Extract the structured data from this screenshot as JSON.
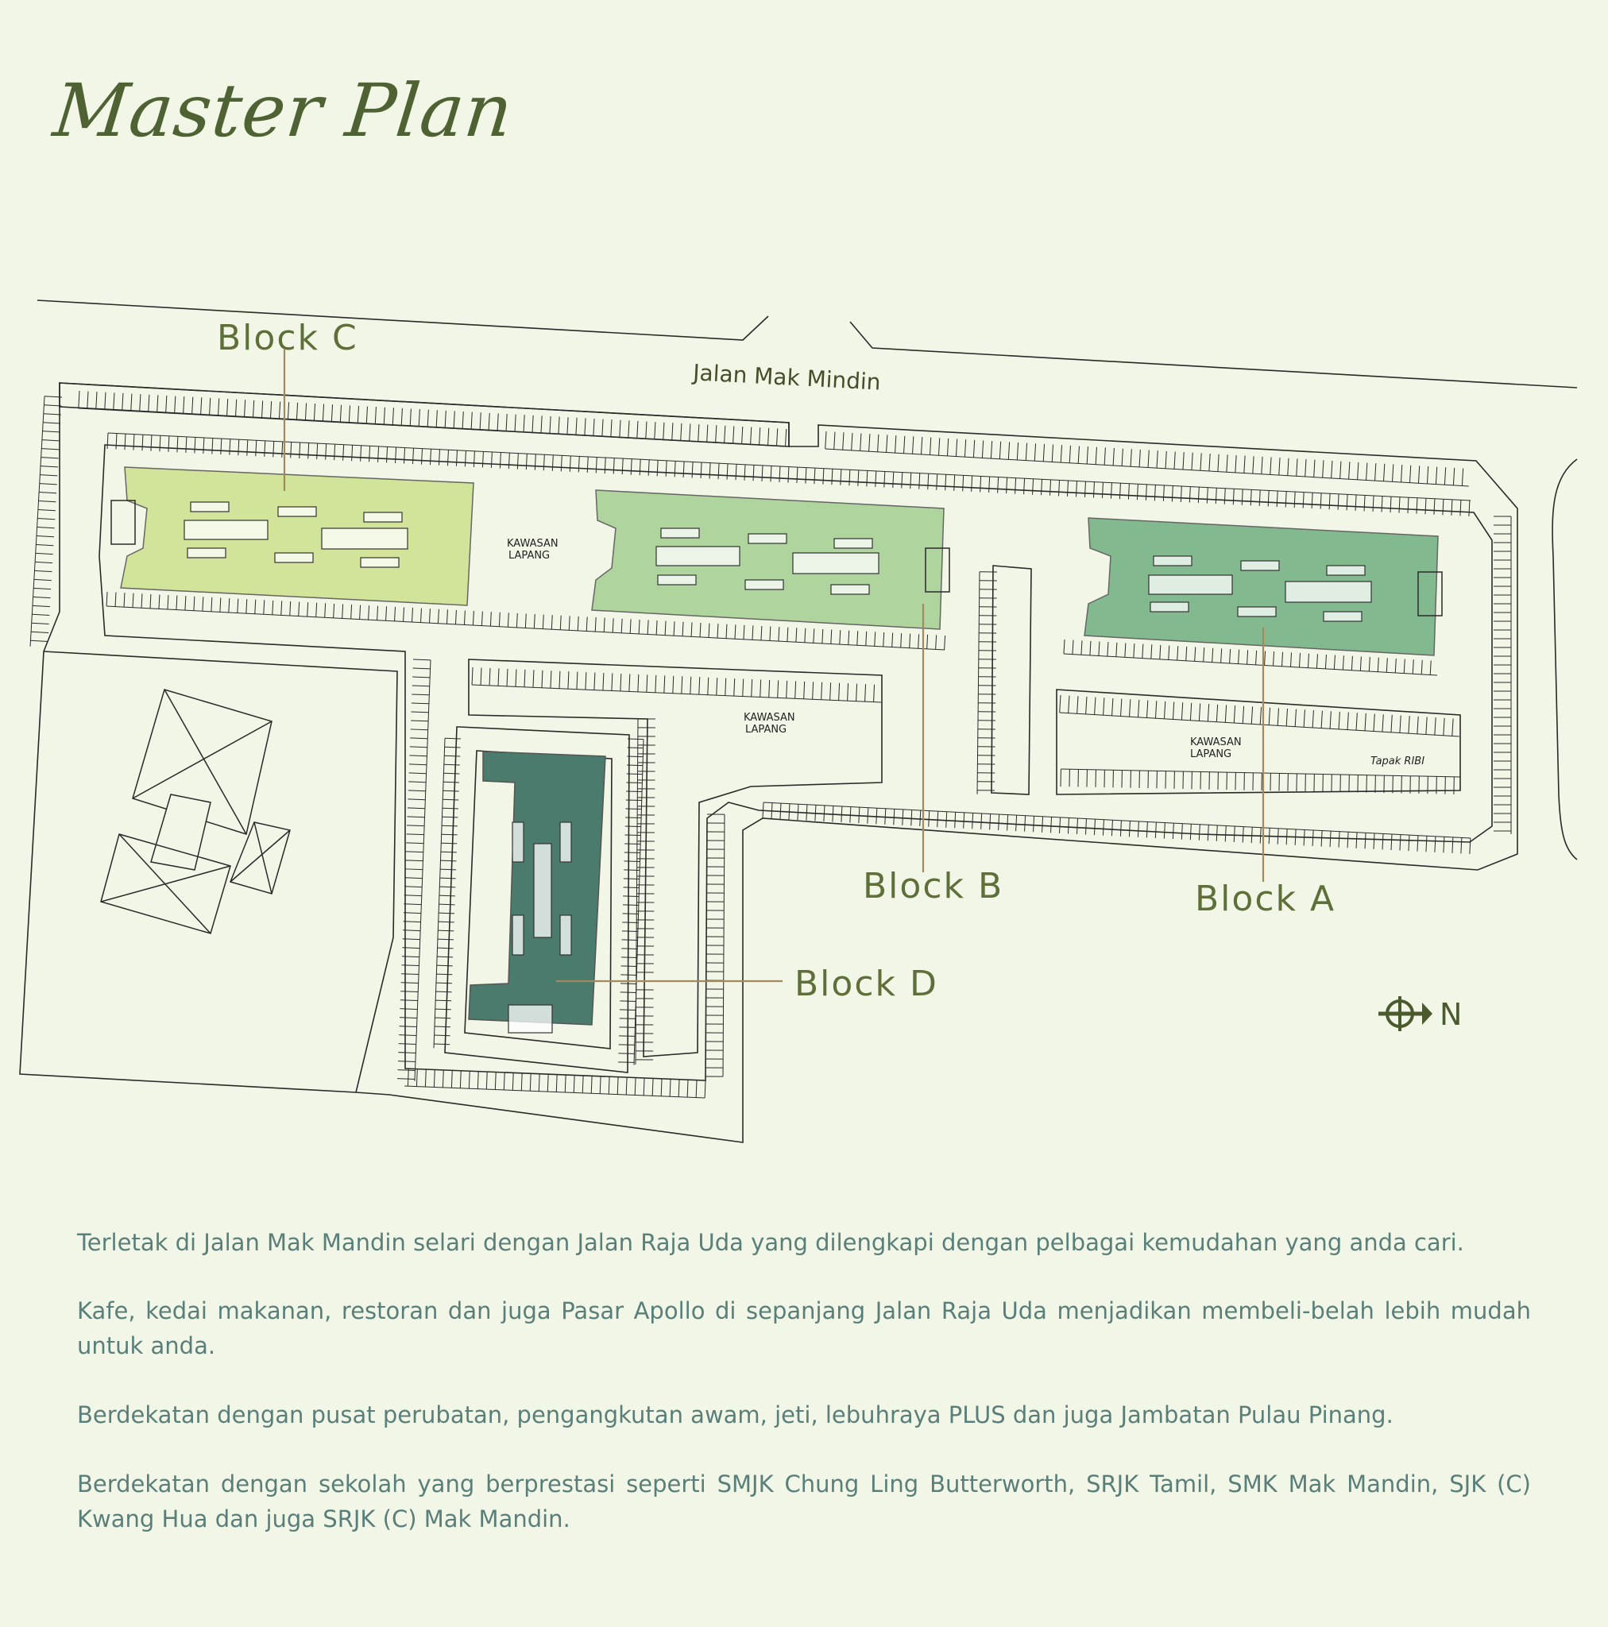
{
  "page": {
    "title": "Master Plan"
  },
  "map": {
    "road_name": "Jalan Mak Mindin",
    "blocks": [
      {
        "id": "a",
        "label": "Block A",
        "color": "#82b98e"
      },
      {
        "id": "b",
        "label": "Block B",
        "color": "#b0d49e"
      },
      {
        "id": "c",
        "label": "Block C",
        "color": "#d2e39a"
      },
      {
        "id": "d",
        "label": "Block D",
        "color": "#4b7b6c"
      }
    ],
    "areas": {
      "lapang_1": [
        "KAWASAN",
        "LAPANG"
      ],
      "lapang_2": [
        "KAWASAN",
        "LAPANG"
      ],
      "lapang_3": [
        "KAWASAN",
        "LAPANG"
      ],
      "helipad": "Tapak RIBI"
    },
    "compass": {
      "label": "N",
      "icon": "compass-north-icon"
    },
    "leader_color": "#a08a5e",
    "line_color": "#2a2a2a"
  },
  "description": {
    "p1": "Terletak di Jalan Mak Mandin selari dengan Jalan Raja Uda yang dilengkapi dengan pelbagai kemudahan yang anda cari.",
    "p2": "Kafe, kedai makanan, restoran dan juga Pasar Apollo di sepanjang Jalan Raja Uda menjadikan membeli-belah lebih mudah untuk anda.",
    "p3": "Berdekatan dengan pusat perubatan, pengangkutan awam, jeti, lebuhraya PLUS dan juga Jambatan Pulau Pinang.",
    "p4": "Berdekatan dengan sekolah yang berprestasi seperti SMJK Chung Ling Butterworth, SRJK Tamil, SMK Mak Mandin, SJK (C) Kwang Hua dan juga SRJK (C) Mak Mandin."
  }
}
